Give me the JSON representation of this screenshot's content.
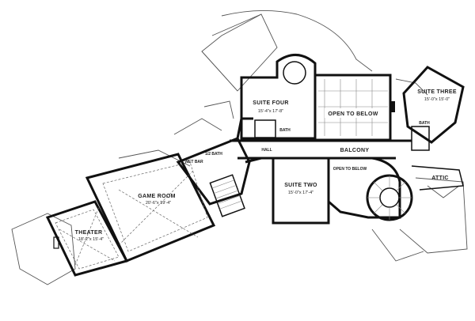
{
  "rooms": {
    "suite_four": {
      "name": "SUITE FOUR",
      "dim": "15'-4\"x 17'-8\""
    },
    "open_below_top": {
      "name": "OPEN TO BELOW"
    },
    "suite_three": {
      "name": "SUITE THREE",
      "dim": "15'-0\"x 15'-0\""
    },
    "balcony": {
      "name": "BALCONY"
    },
    "hall": {
      "name": "HALL"
    },
    "suite_two": {
      "name": "SUITE TWO",
      "dim": "15'-0\"x 17'-4\""
    },
    "open_below_small": {
      "name": "OPEN TO BELOW"
    },
    "attic": {
      "name": "ATTIC"
    },
    "game_room": {
      "name": "GAME ROOM",
      "dim": "20'-6\"x 19'-4\""
    },
    "theater": {
      "name": "THEATER",
      "dim": "18'-2\"x 15'-4\""
    },
    "bath_four": {
      "name": "BATH"
    },
    "bath_three": {
      "name": "BATH"
    },
    "wet_bar": {
      "name": "WET BAR"
    },
    "half_bath": {
      "name": "1/2 BATH"
    }
  }
}
